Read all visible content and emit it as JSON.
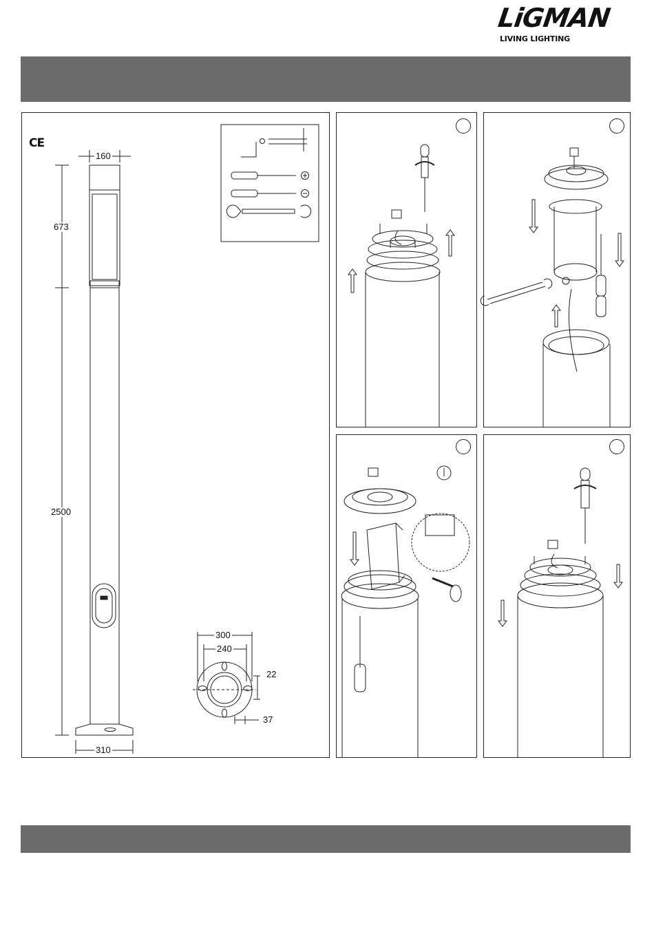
{
  "header": {
    "brand": "LiGMAN",
    "tagline": "LIVING LIGHTING"
  },
  "product_drawing": {
    "mark": "CE",
    "dimensions": {
      "head_width": "160",
      "head_height": "673",
      "pole_height": "2500",
      "base_width": "310",
      "flange_outer": "300",
      "flange_bolt": "240",
      "slot_width": "22",
      "slot_offset": "37"
    }
  },
  "tools": [
    "hex-key",
    "phillips-screwdriver",
    "flat-screwdriver",
    "spanner"
  ],
  "steps": [
    {
      "id": 1,
      "label": ""
    },
    {
      "id": 2,
      "label": ""
    },
    {
      "id": 3,
      "label": ""
    },
    {
      "id": 4,
      "label": ""
    }
  ]
}
